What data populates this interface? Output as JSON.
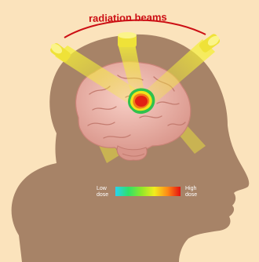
{
  "title": "radiation beams",
  "scale": {
    "low_line1": "Low",
    "low_line2": "dose",
    "high_line1": "High",
    "high_line2": "dose"
  },
  "colors": {
    "background": "#fbe3bc",
    "silhouette": "#a78367",
    "brain": "#f0b8ae",
    "beam": "#f2ea3a",
    "arc": "#cc0f14",
    "tumor_core": "#e8331c",
    "tumor_ring": "#2fc24d"
  },
  "icons": {
    "beam_sources": "cylinder-emitter",
    "head": "head-silhouette",
    "tumor": "dose-hotspot"
  }
}
